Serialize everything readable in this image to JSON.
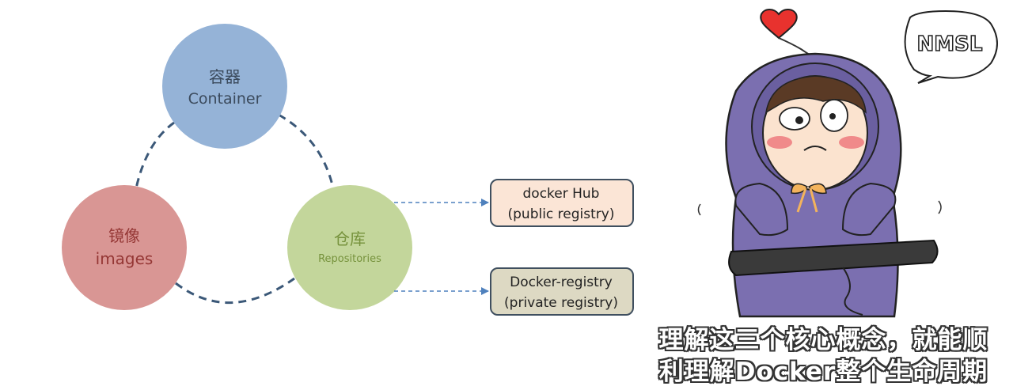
{
  "diagram": {
    "container": {
      "label_zh": "容器",
      "label_en": "Container"
    },
    "images": {
      "label_zh": "镜像",
      "label_en": "images"
    },
    "repositories": {
      "label_zh": "仓库",
      "label_en": "Repositories"
    },
    "public_registry": {
      "line1": "docker Hub",
      "line2": "(public registry)"
    },
    "private_registry": {
      "line1": "Docker-registry",
      "line2": "(private registry)"
    }
  },
  "meme": {
    "speech_bubble": "NMSL",
    "caption_line1": "理解这三个核心概念，就能顺",
    "caption_line2": "利理解Docker整个生命周期"
  },
  "colors": {
    "container_fill": "#95b3d7",
    "images_fill": "#d99694",
    "repositories_fill": "#c3d69b",
    "dash_line": "#3b5878",
    "arrow": "#4f81bd",
    "public_box_fill": "#fbe5d6",
    "private_box_fill": "#ddd9c3",
    "hood_purple": "#7b6fb0"
  }
}
